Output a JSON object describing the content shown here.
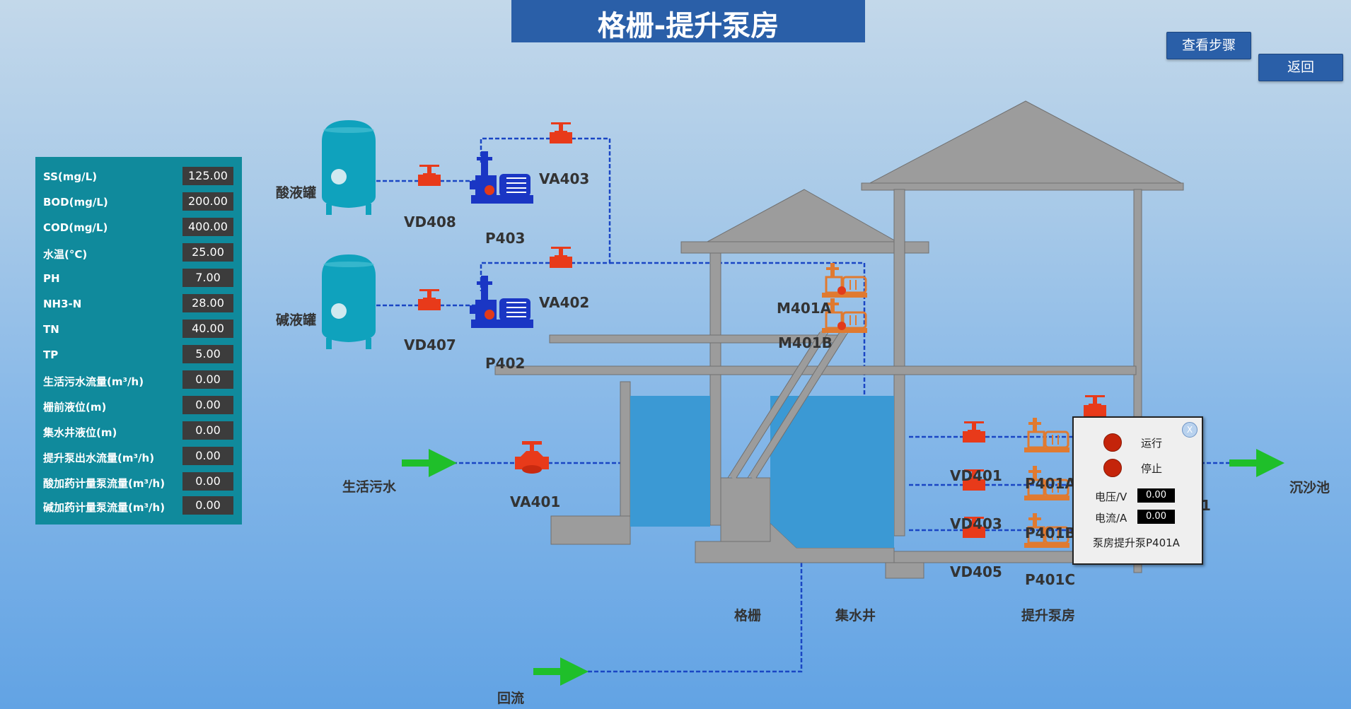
{
  "header": {
    "title": "格栅-提升泵房",
    "steps_button": "查看步骤",
    "back_button": "返回"
  },
  "params": [
    {
      "label": "SS(mg/L)",
      "value": "125.00"
    },
    {
      "label": "BOD(mg/L)",
      "value": "200.00"
    },
    {
      "label": "COD(mg/L)",
      "value": "400.00"
    },
    {
      "label": "水温(°C)",
      "value": "25.00"
    },
    {
      "label": "PH",
      "value": "7.00"
    },
    {
      "label": "NH3-N",
      "value": "28.00"
    },
    {
      "label": "TN",
      "value": "40.00"
    },
    {
      "label": "TP",
      "value": "5.00"
    },
    {
      "label": "生活污水流量(m³/h)",
      "value": "0.00"
    },
    {
      "label": "栅前液位(m)",
      "value": "0.00"
    },
    {
      "label": "集水井液位(m)",
      "value": "0.00"
    },
    {
      "label": "提升泵出水流量(m³/h)",
      "value": "0.00"
    },
    {
      "label": "酸加药计量泵流量(m³/h)",
      "value": "0.00"
    },
    {
      "label": "碱加药计量泵流量(m³/h)",
      "value": "0.00"
    }
  ],
  "labels": {
    "acid_tank": "酸液罐",
    "alkali_tank": "碱液罐",
    "vd408": "VD408",
    "vd407": "VD407",
    "va403": "VA403",
    "va402": "VA402",
    "p403": "P403",
    "p402": "P402",
    "m401a": "M401A",
    "m401b": "M401B",
    "sewage": "生活污水",
    "va401": "VA401",
    "vd401": "VD401",
    "vd403": "VD403",
    "vd405": "VD405",
    "p401a": "P401A",
    "p401b": "P401B",
    "p401c": "P401C",
    "grille": "格栅",
    "sump": "集水井",
    "pump_house": "提升泵房",
    "sand_tank": "沉沙池",
    "reflux": "回流",
    "partial": "1"
  },
  "popup": {
    "close": "X",
    "run": "运行",
    "stop": "停止",
    "voltage_label": "电压/V",
    "voltage_value": "0.00",
    "current_label": "电流/A",
    "current_value": "0.00",
    "caption": "泵房提升泵P401A"
  },
  "colors": {
    "title_bg": "#2a5fa8",
    "panel_bg": "#108a9c",
    "building": "#9c9c9c",
    "water": "#3b99d4",
    "valve": "#e83a1a",
    "pump_blue": "#1a36c4",
    "pump_orange": "#e07a30",
    "arrow": "#1fbf2a",
    "tank": "#0fa2bd",
    "pipe": "#1a46c4"
  }
}
